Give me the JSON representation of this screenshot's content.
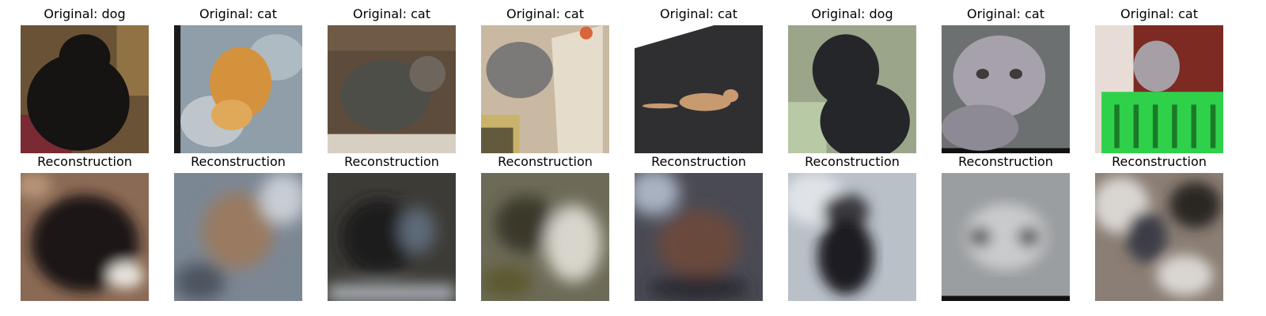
{
  "figure": {
    "columns": [
      {
        "original_title": "Original: dog",
        "reconstruction_title": "Reconstruction",
        "original_bg": "#6a5236",
        "original_subject": "#161412",
        "recon_bg": "#8b6a55",
        "recon_subject": "#1c1512",
        "recon_light": "#e8e4dd"
      },
      {
        "original_title": "Original: cat",
        "reconstruction_title": "Reconstruction",
        "original_bg": "#8f9ea8",
        "original_subject": "#d5923d",
        "recon_bg": "#7c8794",
        "recon_subject": "#9a7a60",
        "recon_light": "#c7cdd4"
      },
      {
        "original_title": "Original: cat",
        "reconstruction_title": "Reconstruction",
        "original_bg": "#5d4c3b",
        "original_subject": "#4e4e49",
        "recon_bg": "#3d3b36",
        "recon_subject": "#1f1d1b",
        "recon_light": "#b8bfc6"
      },
      {
        "original_title": "Original: cat",
        "reconstruction_title": "Reconstruction",
        "original_bg": "#c9b9a2",
        "original_subject": "#7c7a78",
        "recon_bg": "#6d6a57",
        "recon_subject": "#3a372c",
        "recon_light": "#d8d6cc"
      },
      {
        "original_title": "Original: cat",
        "reconstruction_title": "Reconstruction",
        "original_bg": "#2f2f32",
        "original_subject": "#c89a6f",
        "recon_bg": "#4a4a54",
        "recon_subject": "#6a4a3e",
        "recon_light": "#a8b2c2"
      },
      {
        "original_title": "Original: dog",
        "reconstruction_title": "Reconstruction",
        "original_bg": "#9aa58a",
        "original_subject": "#24262a",
        "recon_bg": "#b9c0c8",
        "recon_subject": "#1f1f22",
        "recon_light": "#dfe3e7"
      },
      {
        "original_title": "Original: cat",
        "reconstruction_title": "Reconstruction",
        "original_bg": "#6d7070",
        "original_subject": "#a6a1aa",
        "recon_bg": "#9b9ea1",
        "recon_subject": "#606266",
        "recon_light": "#c9cbcc"
      },
      {
        "original_title": "Original: cat",
        "reconstruction_title": "Reconstruction",
        "original_bg": "#7c2a22",
        "original_subject": "#a6a0a6",
        "recon_bg": "#8b7e74",
        "recon_subject": "#3e3e48",
        "recon_light": "#d9d6d2"
      }
    ]
  }
}
